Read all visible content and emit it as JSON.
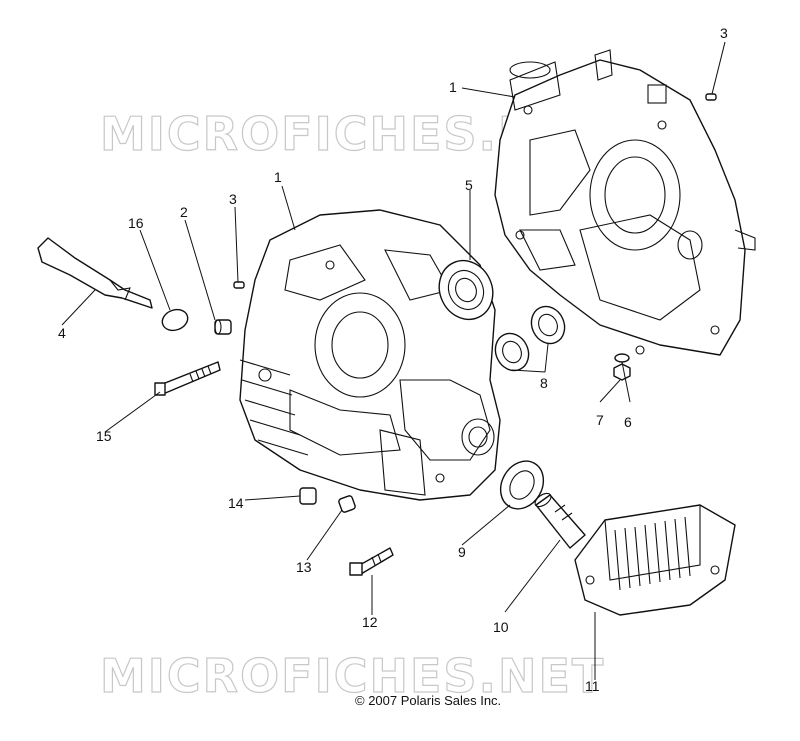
{
  "watermark_top": "MICROFICHES.NET",
  "watermark_bottom": "MICROFICHES.NET",
  "copyright": "© 2007 Polaris Sales Inc.",
  "callouts": {
    "c1a": "1",
    "c1b": "1",
    "c2": "2",
    "c3a": "3",
    "c3b": "3",
    "c4": "4",
    "c5": "5",
    "c6": "6",
    "c7": "7",
    "c8": "8",
    "c9": "9",
    "c10": "10",
    "c11": "11",
    "c12": "12",
    "c13": "13",
    "c14": "14",
    "c15": "15",
    "c16": "16"
  }
}
